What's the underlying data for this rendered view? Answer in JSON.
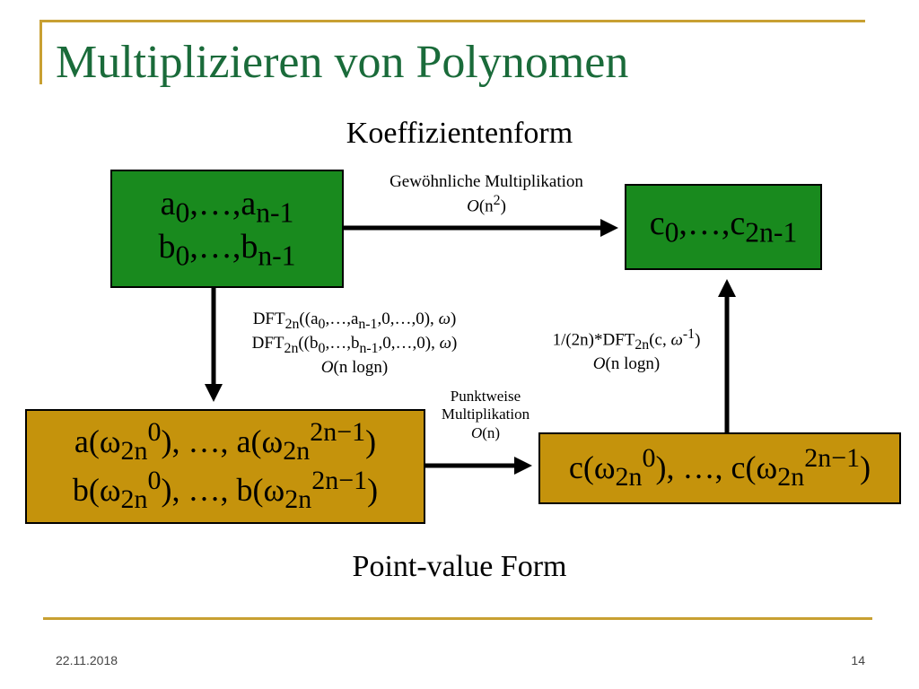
{
  "slide": {
    "title": "Multiplizieren von Polynomen",
    "top_heading": "Koeffizientenform",
    "bottom_heading": "Point-value Form",
    "date": "22.11.2018",
    "page_number": "14"
  },
  "colors": {
    "title": "#1a6b3a",
    "box_green": "#198a1e",
    "box_gold": "#c5930c",
    "rule": "#c8a032"
  },
  "boxes": {
    "coef_ab": {
      "line1": "a0,…,an-1",
      "line2": "b0,…,bn-1"
    },
    "coef_c": {
      "line1": "c0,…,c2n-1"
    },
    "pv_ab": {
      "line1": "a(ω2n0), …, a(ω2n2n−1)",
      "line2": "b(ω2n0), …, b(ω2n2n−1)"
    },
    "pv_c": {
      "line1": "c(ω2n0), …, c(ω2n2n−1)"
    }
  },
  "edges": {
    "multiply": {
      "line1": "Gewöhnliche Multiplikation",
      "line2": "O(n2)"
    },
    "dft": {
      "line1": "DFT2n((a0,…,an-1,0,…,0), ω)",
      "line2": "DFT2n((b0,…,bn-1,0,…,0), ω)",
      "line3": "O(n logn)"
    },
    "inverse": {
      "line1": "1/(2n)*DFT2n(c, ω-1)",
      "line2": "O(n logn)"
    },
    "pointwise": {
      "line1": "Punktweise",
      "line2": "Multiplikation",
      "line3": "O(n)"
    }
  }
}
